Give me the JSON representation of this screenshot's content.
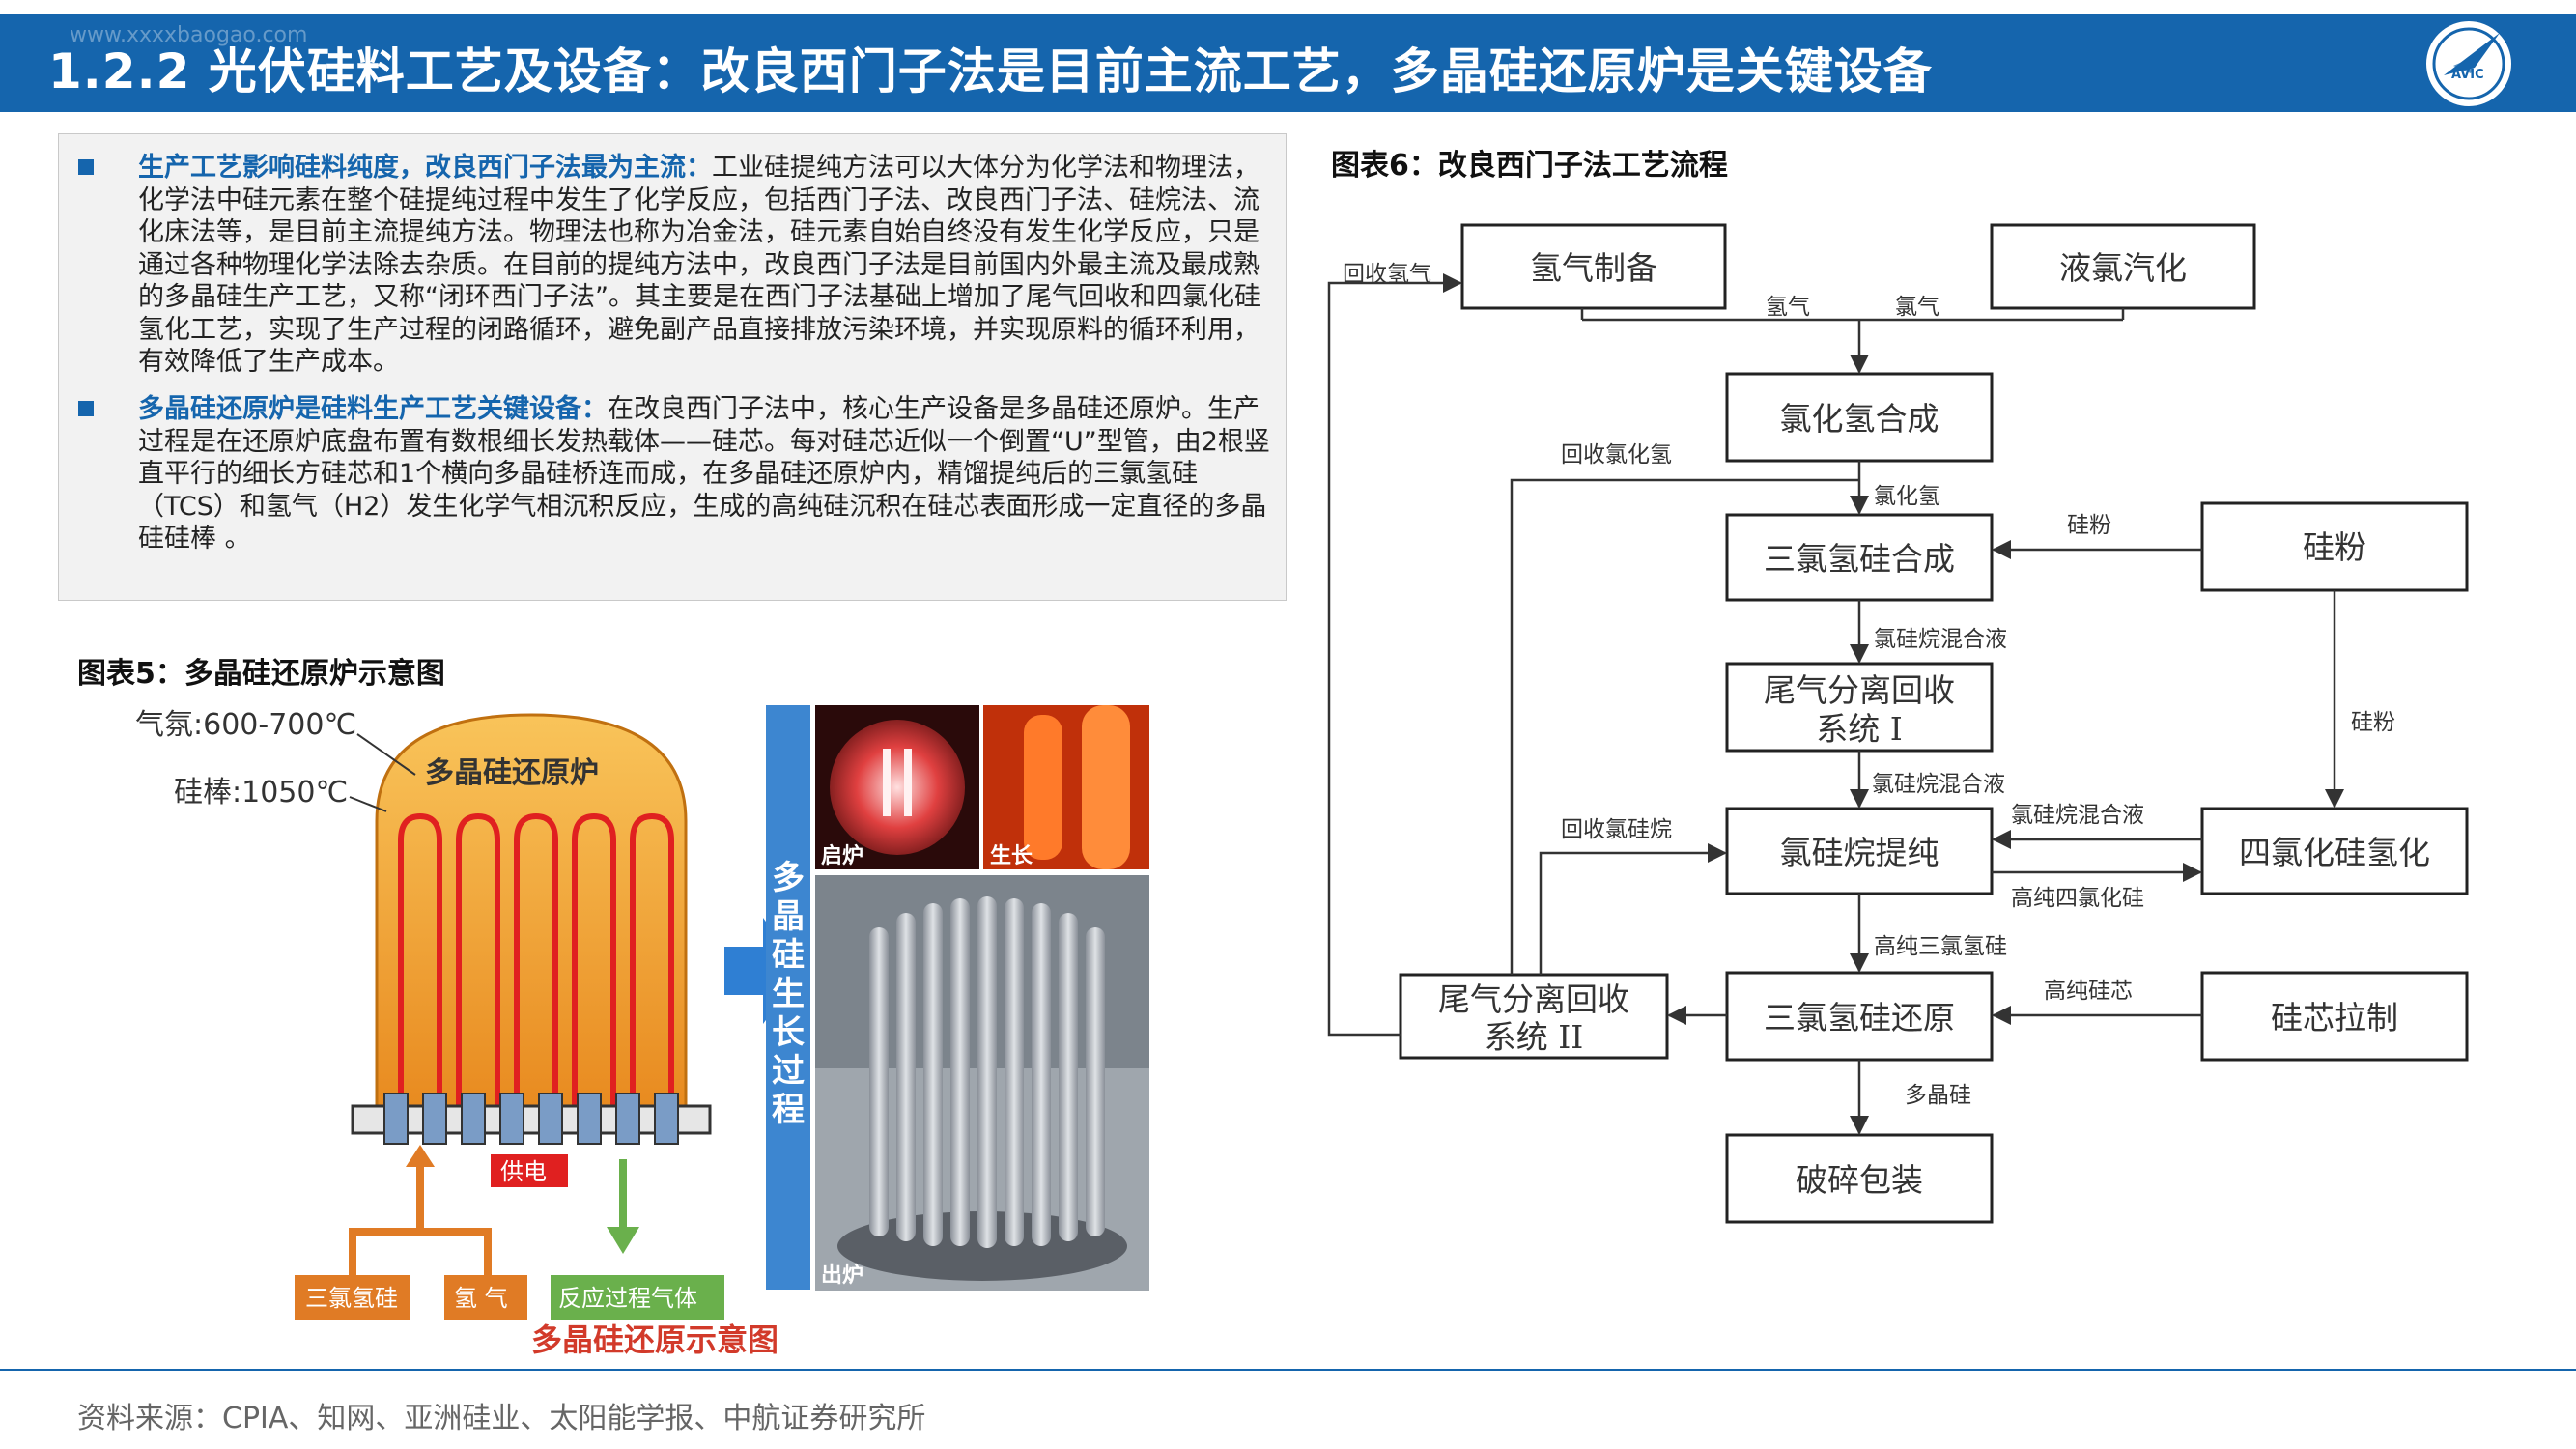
{
  "header": {
    "title": "1.2.2 光伏硅料工艺及设备：改良西门子法是目前主流工艺，多晶硅还原炉是关键设备",
    "watermark": "www.xxxxbaogao.com",
    "logo_text": "AVIC"
  },
  "bullets": [
    {
      "heading": "生产工艺影响硅料纯度，改良西门子法最为主流：",
      "body": "工业硅提纯方法可以大体分为化学法和物理法，化学法中硅元素在整个硅提纯过程中发生了化学反应，包括西门子法、改良西门子法、硅烷法、流化床法等，是目前主流提纯方法。物理法也称为冶金法，硅元素自始自终没有发生化学反应，只是通过各种物理化学法除去杂质。在目前的提纯方法中，改良西门子法是目前国内外最主流及最成熟的多晶硅生产工艺，又称“闭环西门子法”。其主要是在西门子法基础上增加了尾气回收和四氯化硅氢化工艺，实现了生产过程的闭路循环，避免副产品直接排放污染环境，并实现原料的循环利用，有效降低了生产成本。"
    },
    {
      "heading": "多晶硅还原炉是硅料生产工艺关键设备：",
      "body": "在改良西门子法中，核心生产设备是多晶硅还原炉。生产过程是在还原炉底盘布置有数根细长发热载体——硅芯。每对硅芯近似一个倒置“U”型管，由2根竖直平行的细长方硅芯和1个横向多晶硅桥连而成，在多晶硅还原炉内，精馏提纯后的三氯氢硅（TCS）和氢气（H2）发生化学气相沉积反应，生成的高纯硅沉积在硅芯表面形成一定直径的多晶硅硅棒 。"
    }
  ],
  "figure5": {
    "caption": "图表5：多晶硅还原炉示意图",
    "gas_label": "气氛:600-700℃",
    "rod_label": "硅棒:1050℃",
    "furnace_label": "多晶硅还原炉",
    "power_label": "供电",
    "input1": "三氯氢硅",
    "input2": "氢 气",
    "output": "反应过程气体",
    "bottom_title": "多晶硅还原示意图",
    "growth_label": "多晶硅生长过程",
    "photo_start": "启炉",
    "photo_grow": "生长",
    "photo_out": "出炉"
  },
  "figure6": {
    "caption": "图表6：改良西门子法工艺流程",
    "boxes": {
      "h2_prep": "氢气制备",
      "cl_vapor": "液氯汽化",
      "hcl_synth": "氯化氢合成",
      "tcs_synth": "三氯氢硅合成",
      "si_powder": "硅粉",
      "tail1_a": "尾气分离回收",
      "tail1_b": "系统 I",
      "purify": "氯硅烷提纯",
      "stc_hydro": "四氯化硅氢化",
      "tail2_a": "尾气分离回收",
      "tail2_b": "系统 II",
      "reduce": "三氯氢硅还原",
      "core_pull": "硅芯拉制",
      "crush": "破碎包装"
    },
    "labels": {
      "recover_h2": "回收氢气",
      "h2": "氢气",
      "cl2": "氯气",
      "recover_hcl": "回收氯化氢",
      "hcl": "氯化氢",
      "si_powder_arrow": "硅粉",
      "mix1": "氯硅烷混合液",
      "si_powder_down": "硅粉",
      "mix2": "氯硅烷混合液",
      "mix3": "氯硅烷混合液",
      "recover_cs": "回收氯硅烷",
      "hp_stc": "高纯四氯化硅",
      "hp_tcs": "高纯三氯氢硅",
      "hp_core": "高纯硅芯",
      "poly": "多晶硅"
    }
  },
  "source": "资料来源：CPIA、知网、亚洲硅业、太阳能学报、中航证券研究所",
  "colors": {
    "brand": "#1565ad",
    "furnace_orange": "#f2a23a",
    "rod_red": "#e02020",
    "input_orange": "#e07b25",
    "output_green": "#6ab04c",
    "arrow_blue": "#2f7fd3"
  }
}
